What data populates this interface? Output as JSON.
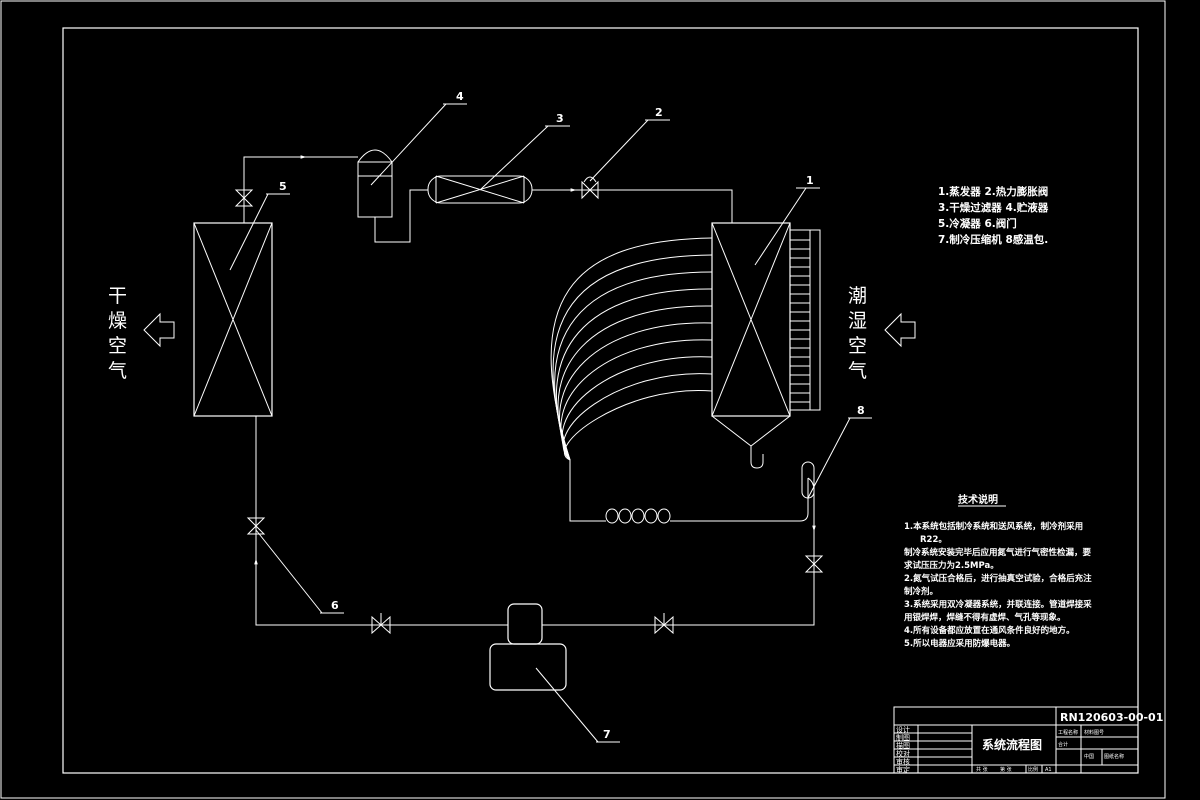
{
  "diagram": {
    "component_labels": {
      "c1": "1",
      "c2": "2",
      "c3": "3",
      "c4": "4",
      "c5": "5",
      "c6": "6",
      "c7": "7",
      "c8": "8"
    },
    "side_left": [
      "干",
      "燥",
      "空",
      "气"
    ],
    "side_right": [
      "潮",
      "湿",
      "空",
      "气"
    ],
    "legend": [
      "1.蒸发器 2.热力膨胀阀",
      "3.干燥过滤器 4.贮液器",
      "5.冷凝器 6.阀门",
      "7.制冷压缩机 8感温包."
    ],
    "notes_title": "技术说明",
    "notes": [
      "1.本系统包括制冷系统和送风系统，制冷剂采用",
      "R22。",
      "制冷系统安装完毕后应用氮气进行气密性检漏，要",
      "求试压压力为2.5MPa。",
      "2.氮气试压合格后，进行抽真空试验，合格后充注",
      "制冷剂。",
      "3.系统采用双冷凝器系统，并联连接。管道焊接采",
      "用银焊焊，焊缝不得有虚焊、气孔等现象。",
      "4.所有设备都应放置在通风条件良好的地方。",
      "5.所以电器应采用防爆电器。"
    ]
  },
  "title_block": {
    "drawing_number": "RN120603-00-01",
    "drawing_title": "系统流程图",
    "rows": [
      "设计",
      "制图",
      "描图",
      "校对",
      "审核",
      "审定"
    ],
    "mid_small": [
      "工程名称",
      "材料图号",
      "合计"
    ],
    "bottom_small": [
      "共 张",
      "第 张",
      "比例",
      "A1"
    ],
    "right_small": [
      "中国",
      "图纸名称"
    ]
  }
}
